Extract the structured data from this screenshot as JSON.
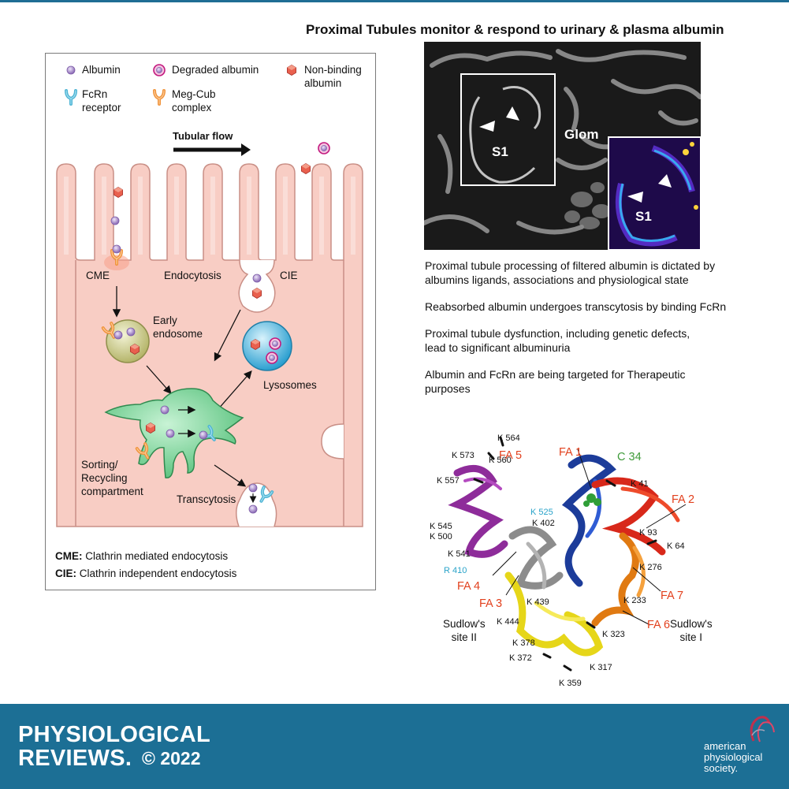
{
  "title": "Proximal Tubules monitor & respond to urinary & plasma albumin",
  "legend": {
    "albumin": "Albumin",
    "degraded_albumin": "Degraded albumin",
    "non_binding_albumin": "Non-binding\nalbumin",
    "fcrn_receptor": "FcRn\nreceptor",
    "meg_cub_complex": "Meg-Cub\ncomplex"
  },
  "diagram": {
    "tubular_flow": "Tubular flow",
    "cme": "CME",
    "endocytosis": "Endocytosis",
    "cie": "CIE",
    "early_endosome": "Early\nendosome",
    "lysosomes": "Lysosomes",
    "sorting": "Sorting/\nRecycling\ncompartment",
    "transcytosis": "Transcytosis",
    "abbrev_cme_term": "CME:",
    "abbrev_cme_def": " Clathrin mediated endocytosis",
    "abbrev_cie_term": "CIE:",
    "abbrev_cie_def": " Clathrin independent endocytosis"
  },
  "micrograph": {
    "glom": "Glom",
    "s1": "S1",
    "s1_inset": "S1"
  },
  "bullets": [
    "Proximal tubule processing of filtered albumin is dictated by\nalbumins ligands, associations and physiological state",
    "Reabsorbed albumin undergoes transcytosis by binding FcRn",
    "Proximal tubule dysfunction, including genetic defects,\nlead to significant albuminuria",
    "Albumin and FcRn are being targeted for Therapeutic\npurposes"
  ],
  "protein": {
    "fa_sites": [
      "FA 1",
      "FA 2",
      "FA 3",
      "FA 4",
      "FA 5",
      "FA 6",
      "FA 7"
    ],
    "c34": "C 34",
    "blue_residues": [
      "K 525",
      "R 410"
    ],
    "residues": [
      "K 564",
      "K 573",
      "K 560",
      "K 557",
      "K 41",
      "K 402",
      "K 545",
      "K 500",
      "K 93",
      "K 64",
      "K 276",
      "K 541",
      "K 233",
      "K 439",
      "K 444",
      "K 323",
      "K 378",
      "K 372",
      "K 317",
      "K 359"
    ],
    "sudlow_ii": "Sudlow's\nsite II",
    "sudlow_i": "Sudlow's\nsite I"
  },
  "footer": {
    "journal": "PHYSIOLOGICAL\nREVIEWS.",
    "copyright": "© 2022",
    "society": "american\nphysiological\nsociety."
  },
  "colors": {
    "footer_bg": "#1c6f95",
    "cell": "#f7c9bf",
    "albumin": "#a98bc7",
    "fcrn": "#4eb4d4",
    "meg_cub": "#f0923a",
    "nonbinding": "#e2574a",
    "degraded_ring": "#c2187e",
    "sorting": "#7cd69a",
    "lysosome": "#4fb3da",
    "early_endosome": "#d8d89c"
  }
}
